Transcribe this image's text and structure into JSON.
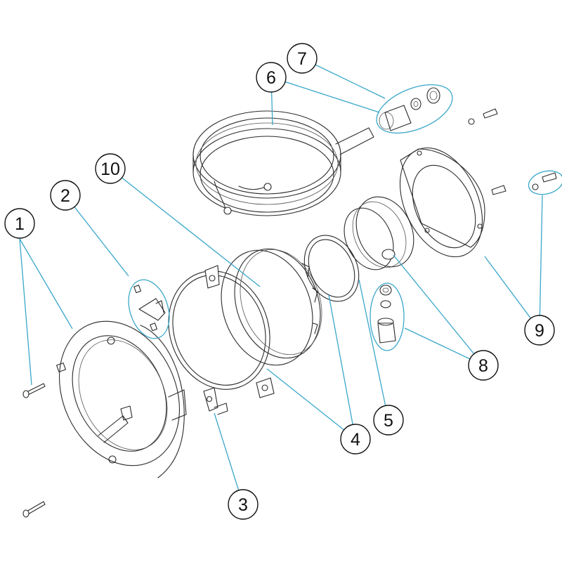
{
  "diagram": {
    "leader_color": "#3aa7c9",
    "callouts": [
      {
        "id": "c1",
        "label": "1"
      },
      {
        "id": "c2",
        "label": "2"
      },
      {
        "id": "c3",
        "label": "3"
      },
      {
        "id": "c4",
        "label": "4"
      },
      {
        "id": "c5",
        "label": "5"
      },
      {
        "id": "c6",
        "label": "6"
      },
      {
        "id": "c7",
        "label": "7"
      },
      {
        "id": "c8",
        "label": "8"
      },
      {
        "id": "c9",
        "label": "9"
      },
      {
        "id": "c10",
        "label": "10"
      }
    ]
  }
}
